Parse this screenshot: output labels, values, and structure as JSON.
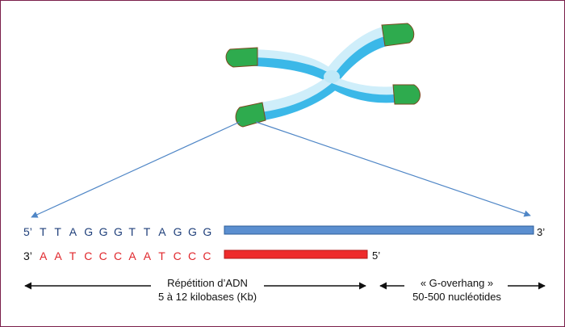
{
  "strands": {
    "top": {
      "prime_left": "5’",
      "sequence": [
        "T",
        "T",
        "A",
        "G",
        "G",
        "G",
        "T",
        "T",
        "A",
        "G",
        "G",
        "G"
      ],
      "prime_right": "3’",
      "color": "#1f3f7a",
      "bar_color": "#5b8fd0"
    },
    "bottom": {
      "prime_left": "3’",
      "sequence": [
        "A",
        "A",
        "T",
        "C",
        "C",
        "C",
        "A",
        "A",
        "T",
        "C",
        "C",
        "C"
      ],
      "prime_right": "5’",
      "color": "#e0262b",
      "bar_color": "#ee2b2b"
    }
  },
  "regions": {
    "repeat": {
      "line1": "Répétition d’ADN",
      "line2": "5 à 12 kilobases (Kb)"
    },
    "overhang": {
      "line1": "« G-overhang »",
      "line2": "50-500 nucléotides"
    }
  },
  "colors": {
    "telomere": "#2eab4e",
    "chromatid_light": "#cfeefa",
    "chromatid_dark": "#3bb8e8",
    "pointer_line": "#4f86c6",
    "frame": "#7a1f4a"
  }
}
